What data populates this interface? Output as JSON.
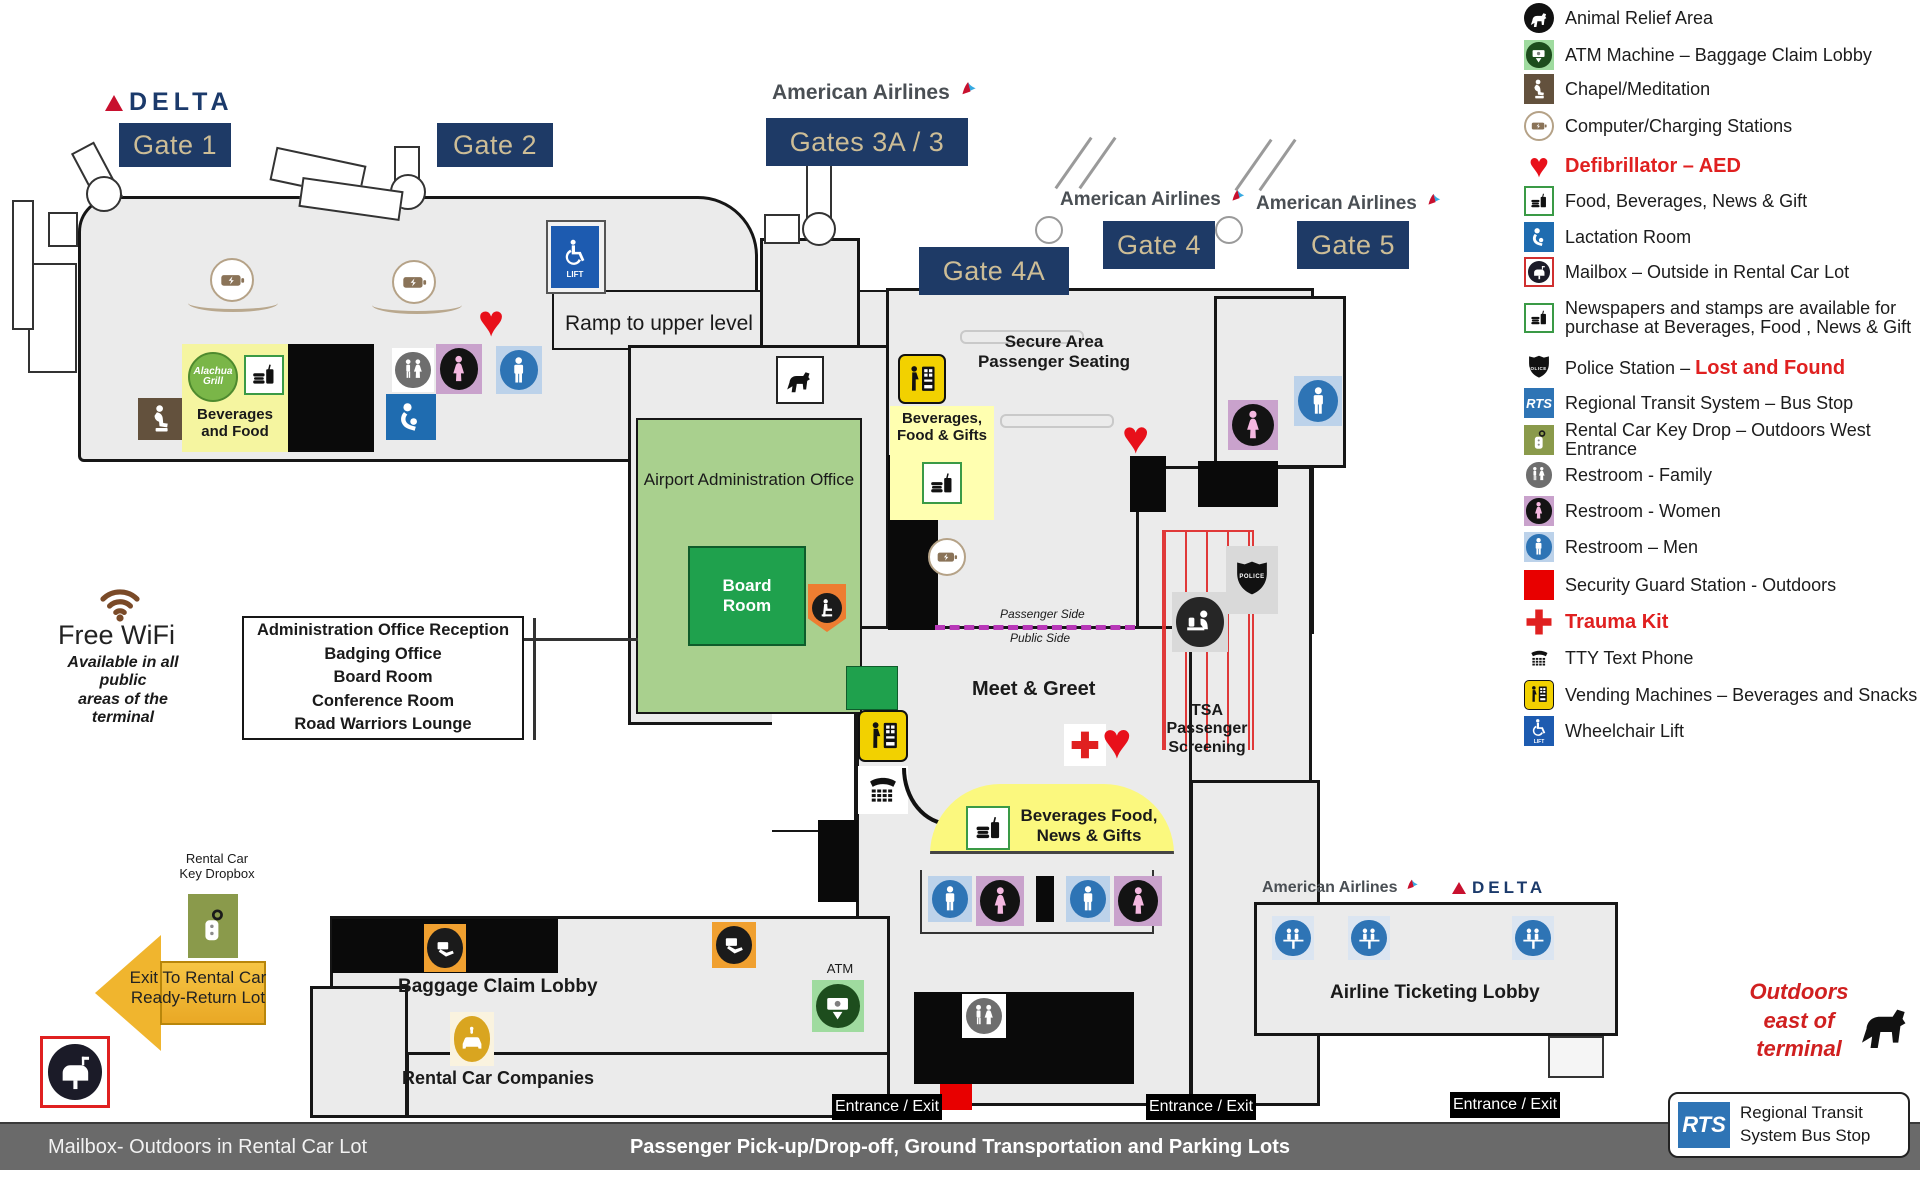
{
  "colors": {
    "sign_navy": "#1e3a66",
    "sign_text": "#cdbd96",
    "legend_red": "#e02020",
    "heart_red": "#e8101a",
    "yellow_label": "#fbf77e",
    "admin_green": "#a9d08e",
    "board_green": "#1fa14d",
    "arrow_gold": "#f0b52e",
    "bottom_bar_gray": "#6a6a6a",
    "rts_blue": "#2e74b5",
    "lift_blue": "#1d5bb0",
    "security_red": "#e80000"
  },
  "signs": {
    "gate1": "Gate 1",
    "gate2": "Gate 2",
    "gates3a3": "Gates 3A / 3",
    "gate4a": "Gate 4A",
    "gate4": "Gate 4",
    "gate5": "Gate 5"
  },
  "airlines": {
    "american": "American Airlines",
    "delta": "DELTA"
  },
  "labels": {
    "ramp": "Ramp to upper level",
    "secure_1": "Secure Area",
    "secure_2": "Passenger Seating",
    "admin_office": "Airport Administration Office",
    "board_1": "Board",
    "board_2": "Room",
    "bev_gifts_1": "Beverages,",
    "bev_gifts_2": "Food & Gifts",
    "bev_food_1": "Beverages",
    "bev_food_2": "and Food",
    "grill_1": "Alachua",
    "grill_2": "Grill",
    "passenger_side": "Passenger Side",
    "public_side": "Public Side",
    "meet_greet": "Meet & Greet",
    "tsa_1": "TSA",
    "tsa_2": "Passenger",
    "tsa_3": "Screening",
    "police": "POLICE",
    "lift": "LIFT",
    "free_wifi": "Free WiFi",
    "wifi_1": "Available in all",
    "wifi_2": "public",
    "wifi_3": "areas of the",
    "wifi_4": "terminal",
    "callout_1": "Administration Office Reception",
    "callout_2": "Badging Office",
    "callout_3": "Board Room",
    "callout_4": "Conference Room",
    "callout_5": "Road Warriors Lounge",
    "dome_1": "Beverages Food,",
    "dome_2": "News & Gifts",
    "baggage_claim": "Baggage Claim Lobby",
    "rental_companies": "Rental Car Companies",
    "ticketing": "Airline Ticketing Lobby",
    "atm": "ATM",
    "keydrop_1": "Rental Car",
    "keydrop_2": "Key Dropbox",
    "arrow_1": "Exit To Rental Car",
    "arrow_2": "Ready-Return Lot",
    "entrance_exit": "Entrance / Exit",
    "outdoors_1": "Outdoors",
    "outdoors_2": "east of",
    "outdoors_3": "terminal",
    "rts": "RTS",
    "rts_label_1": "Regional Transit",
    "rts_label_2": "System Bus Stop",
    "bar_left": "Mailbox- Outdoors in Rental Car Lot",
    "bar_center": "Passenger Pick-up/Drop-off, Ground Transportation and Parking Lots"
  },
  "legend": {
    "items": [
      {
        "icon": "animal-relief",
        "label": "Animal Relief Area"
      },
      {
        "icon": "atm",
        "label": "ATM Machine – Baggage Claim Lobby"
      },
      {
        "icon": "chapel",
        "label": "Chapel/Meditation"
      },
      {
        "icon": "charging",
        "label": "Computer/Charging Stations"
      },
      {
        "icon": "defibrillator",
        "label": "Defibrillator – AED",
        "red": true
      },
      {
        "icon": "food",
        "label": "Food, Beverages, News & Gift"
      },
      {
        "icon": "lactation",
        "label": "Lactation Room"
      },
      {
        "icon": "mailbox",
        "label": "Mailbox – Outside in Rental Car Lot"
      },
      {
        "icon": "newspaper",
        "label": "Newspapers and stamps are available for purchase at Beverages, Food , News & Gift"
      },
      {
        "icon": "police",
        "label": "Police Station – ",
        "label_red": "Lost and Found"
      },
      {
        "icon": "rts",
        "label": "Regional Transit System – Bus Stop"
      },
      {
        "icon": "key-drop",
        "label": "Rental Car Key Drop – Outdoors West Entrance"
      },
      {
        "icon": "restroom-family",
        "label": "Restroom - Family"
      },
      {
        "icon": "restroom-women",
        "label": "Restroom - Women"
      },
      {
        "icon": "restroom-men",
        "label": "Restroom – Men"
      },
      {
        "icon": "security",
        "label": "Security Guard Station - Outdoors"
      },
      {
        "icon": "trauma",
        "label": "Trauma Kit",
        "red": true
      },
      {
        "icon": "tty",
        "label": "TTY Text Phone"
      },
      {
        "icon": "vending",
        "label": "Vending Machines – Beverages and Snacks"
      },
      {
        "icon": "wheelchair-lift",
        "label": "Wheelchair Lift"
      }
    ]
  }
}
